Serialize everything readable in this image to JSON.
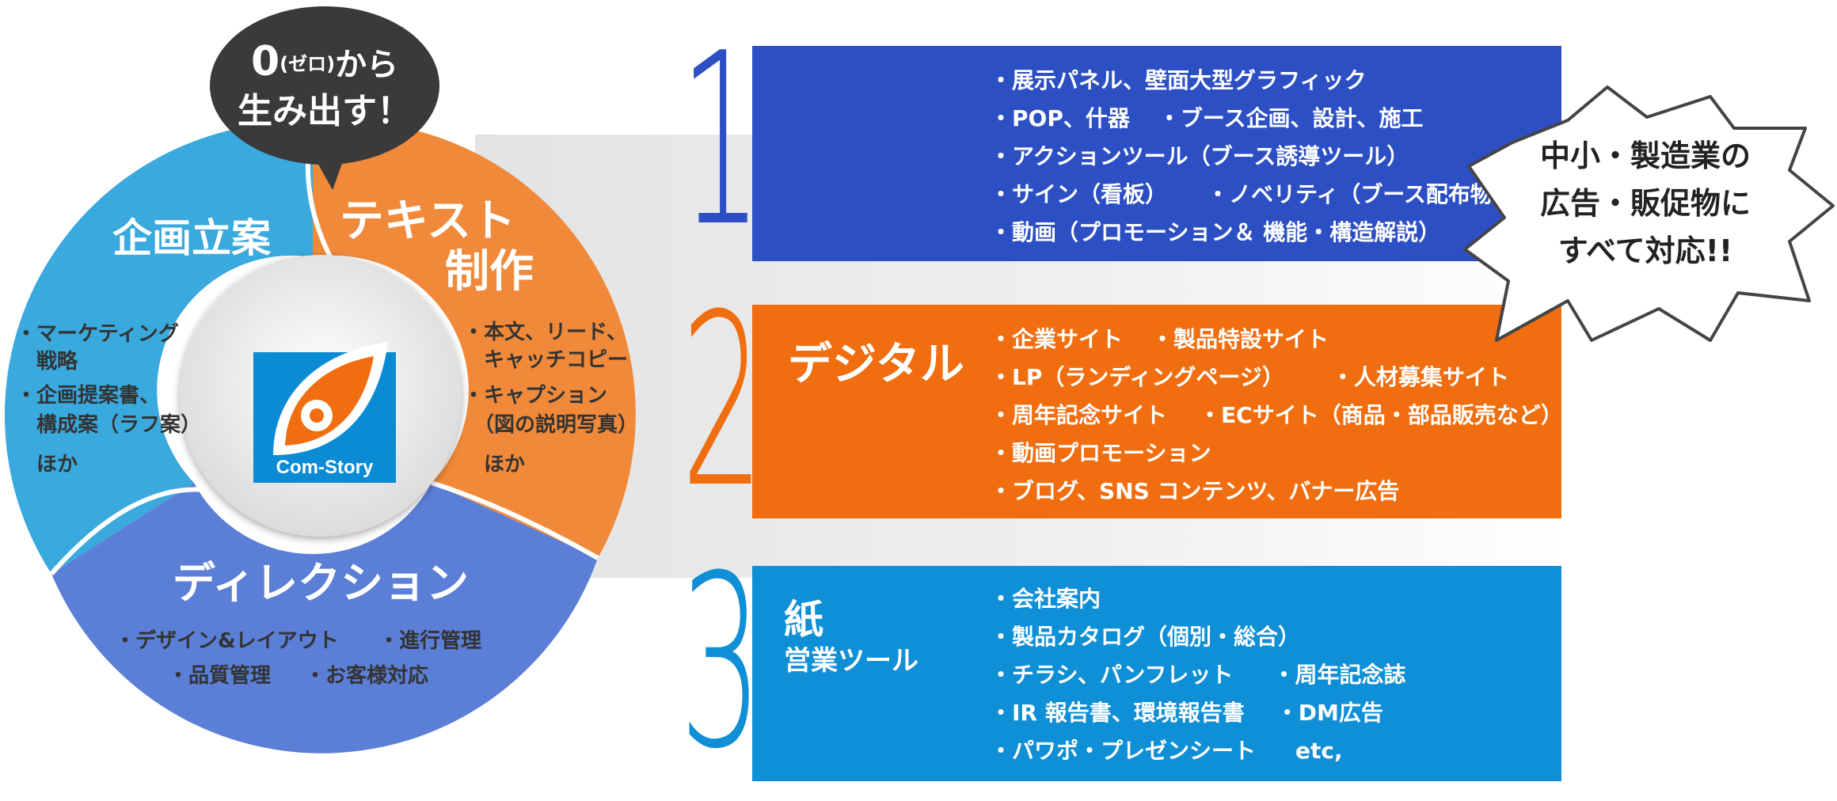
{
  "bubble": {
    "line1_big": "0",
    "line1_small": "(ゼロ)",
    "line1_rest": "から",
    "line2": "生み出す！"
  },
  "wheel": {
    "planning": {
      "title": "企画立案",
      "items": [
        "・マーケティング",
        "　戦略",
        "・企画提案書、",
        "　構成案（ラフ案）",
        "　ほか"
      ]
    },
    "text": {
      "title_line1": "テキスト",
      "title_line2": "制作",
      "items": [
        "・本文、リード、",
        "　キャッチコピー",
        "・キャプション",
        "　（図の説明写真）",
        "　ほか"
      ]
    },
    "direction": {
      "title": "ディレクション",
      "row1": [
        "・デザイン&レイアウト",
        "・進行管理"
      ],
      "row2": [
        "・品質管理",
        "・お客様対応"
      ]
    },
    "logo_text": "Com-Story"
  },
  "panels": [
    {
      "number": "1",
      "title": "",
      "rows": [
        [
          "・展示パネル、壁面大型グラフィック"
        ],
        [
          "・POP、什器",
          "・ブース企画、設計、施工"
        ],
        [
          "・アクションツール（ブース誘導ツール）"
        ],
        [
          "・サイン（看板）",
          "・ノベリティ（ブース配布物）"
        ],
        [
          "・動画（プロモーション＆ 機能・構造解説）"
        ]
      ]
    },
    {
      "number": "2",
      "title": "デジタル",
      "rows": [
        [
          "・企業サイト",
          "・製品特設サイト"
        ],
        [
          "・LP（ランディングページ）",
          "・人材募集サイト"
        ],
        [
          "・周年記念サイト",
          "・ECサイト（商品・部品販売など）"
        ],
        [
          "・動画プロモーション"
        ],
        [
          "・ブログ、SNS コンテンツ、バナー広告"
        ]
      ]
    },
    {
      "number": "3",
      "title": "紙",
      "subtitle": "営業ツール",
      "rows": [
        [
          "・会社案内"
        ],
        [
          "・製品カタログ（個別・総合）"
        ],
        [
          "・チラシ、パンフレット",
          "・周年記念誌"
        ],
        [
          "・IR 報告書、環境報告書",
          "・DM広告"
        ],
        [
          "・パワポ・プレゼンシート",
          "etc,"
        ]
      ]
    }
  ],
  "burst": {
    "lines": [
      "中小・製造業の",
      "広告・販促物に",
      "すべて対応!!"
    ]
  },
  "colors": {
    "planning": "#3aa9de",
    "text": "#f08a3a",
    "direction": "#5b7fd6",
    "panel1": "#2d4fc4",
    "panel2": "#f06e10",
    "panel3": "#0e8fd6",
    "bubble": "#3a3a3a"
  }
}
